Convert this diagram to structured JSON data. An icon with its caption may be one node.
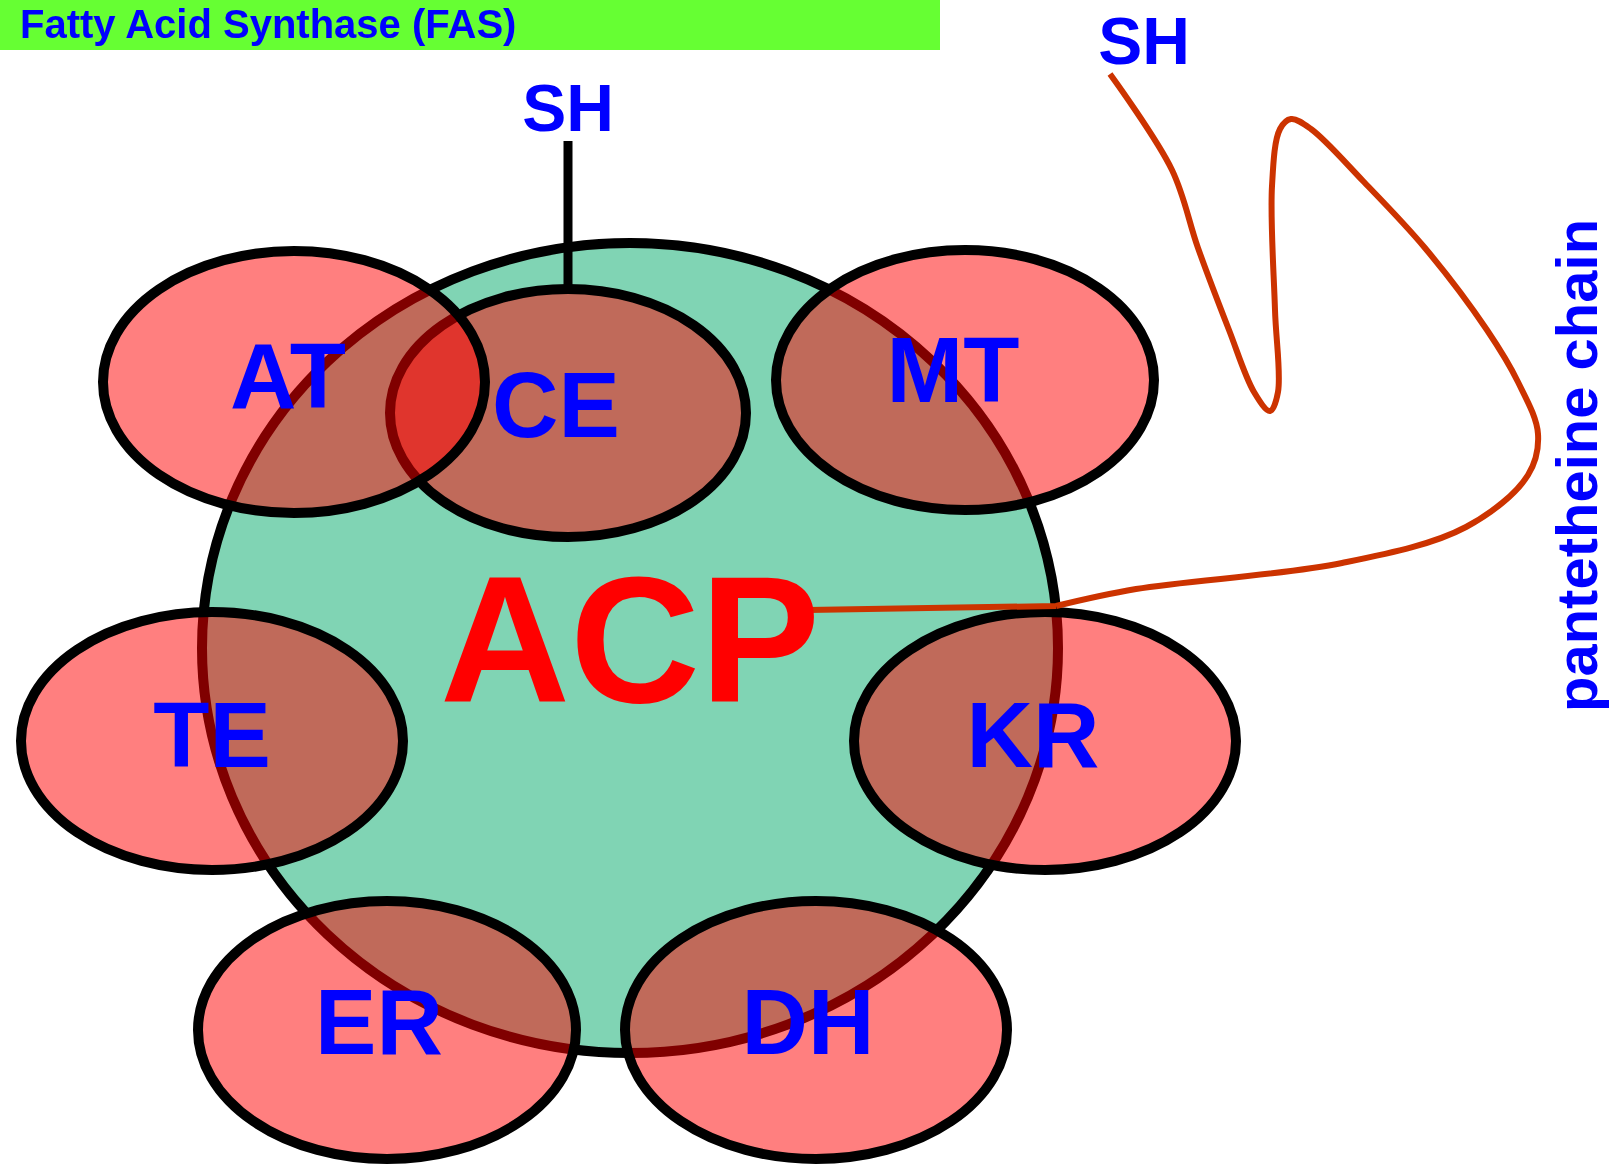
{
  "diagram": {
    "title": "Fatty Acid Synthase (FAS)",
    "nodes": [
      {
        "text": [
          "ACP"
        ]
      },
      {
        "text": [
          "AT"
        ]
      },
      {
        "text": [
          "CE"
        ],
        "in": 0
      },
      {
        "text": [
          "MT"
        ]
      },
      {
        "text": [
          "TE"
        ]
      },
      {
        "text": [
          "KR"
        ]
      },
      {
        "text": [
          "ER"
        ]
      },
      {
        "text": [
          "DH"
        ]
      },
      {
        "text": [
          "SH"
        ]
      },
      {
        "text": [
          "SH"
        ]
      }
    ],
    "edges": [
      {
        "from": 2,
        "to": 8,
        "arrow": "none"
      },
      {
        "from": 0,
        "to": 9,
        "arrow": "none",
        "color": "#cc3300"
      }
    ],
    "labels": [
      "pantetheine chain"
    ]
  }
}
